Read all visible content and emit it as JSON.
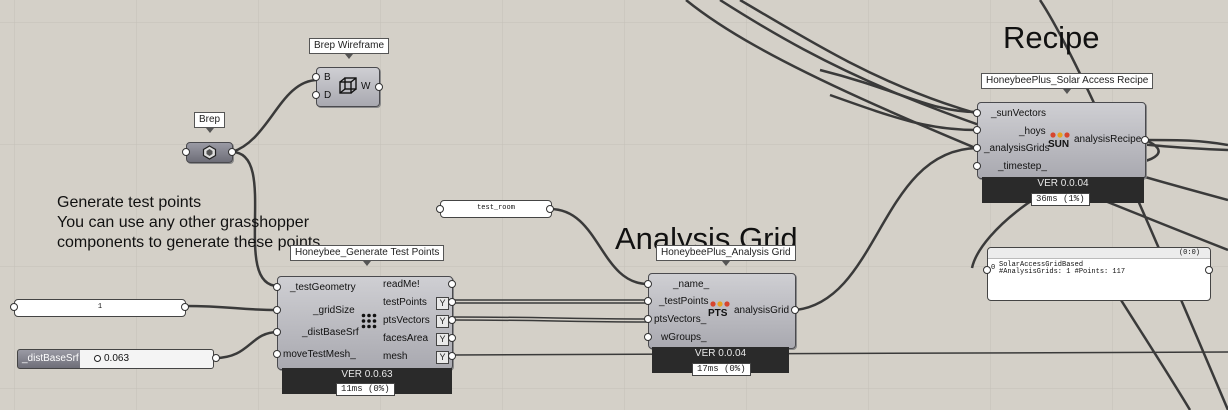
{
  "headings": {
    "recipe": "Recipe",
    "analysis_grid": "Analysis Grid"
  },
  "note": {
    "lines": [
      "Generate test points",
      "You can use any other grasshopper",
      "components to generate these points."
    ]
  },
  "brep_wireframe": {
    "tag": "Brep Wireframe",
    "inputs": [
      "B",
      "D"
    ],
    "output": "W"
  },
  "brep": {
    "tag": "Brep"
  },
  "test_room_panel": {
    "text": "test_room"
  },
  "grid_size_panel": {
    "text": "1"
  },
  "dist_slider": {
    "label": "_distBaseSrf",
    "value": "0.063"
  },
  "generate_points": {
    "tag": "Honeybee_Generate Test Points",
    "inputs": [
      "_testGeometry",
      "_gridSize",
      "_distBaseSrf",
      "moveTestMesh_"
    ],
    "outputs": [
      "readMe!",
      "testPoints",
      "ptsVectors",
      "facesArea",
      "mesh"
    ],
    "graft_marker": "Y",
    "version": "VER 0.0.63",
    "timer": "11ms (0%)"
  },
  "analysis_grid": {
    "tag": "HoneybeePlus_Analysis Grid",
    "inputs": [
      "_name_",
      "_testPoints",
      "ptsVectors_",
      "wGroups_"
    ],
    "output": "analysisGrid",
    "icon_text": "PTS",
    "version": "VER 0.0.04",
    "timer": "17ms (0%)"
  },
  "recipe": {
    "tag": "HoneybeePlus_Solar Access Recipe",
    "inputs": [
      "_sunVectors",
      "_hoys",
      "_analysisGrids",
      "_timestep_"
    ],
    "output": "analysisRecipe",
    "icon_text": "SUN",
    "version": "VER 0.0.04",
    "timer": "36ms (1%)"
  },
  "output_panel": {
    "header": "(0:0)",
    "index": "0",
    "lines": [
      "SolarAccessGridBased",
      "#AnalysisGrids: 1 #Points: 117"
    ]
  },
  "colors": {
    "canvas": "#d4d0c8",
    "component": "#b8b8bd",
    "version_bar": "#2a2a2a",
    "wire": "#3a3a3a"
  }
}
